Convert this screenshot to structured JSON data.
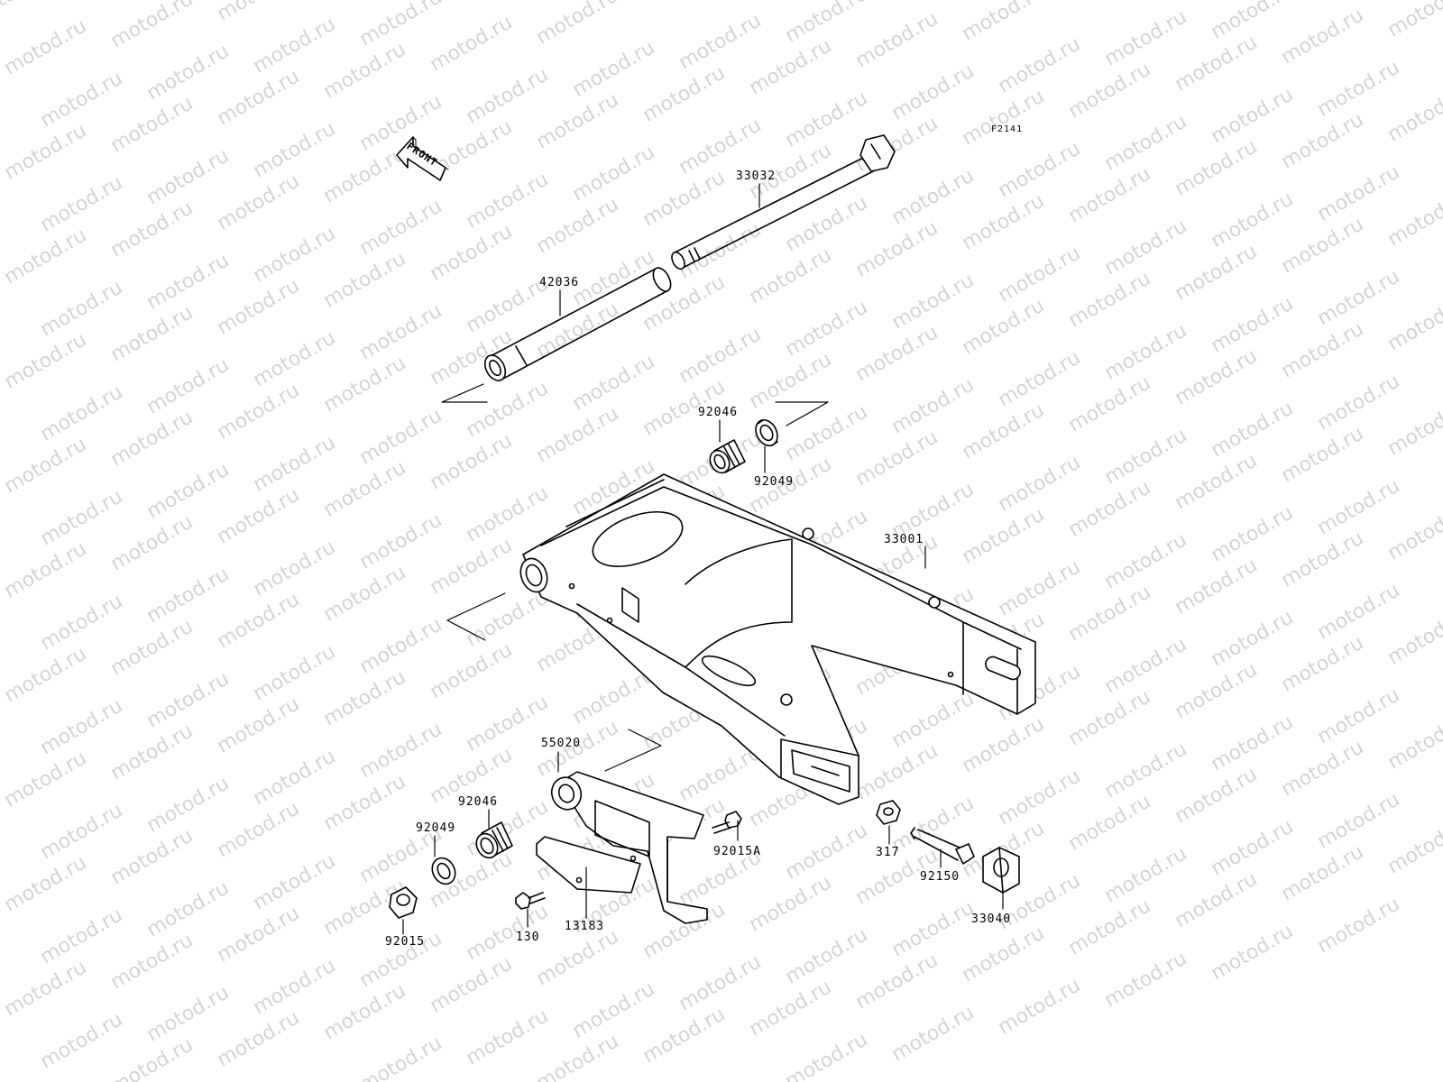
{
  "diagram": {
    "code": "F2141",
    "front_label": "FRONT",
    "watermark": "motod.ru",
    "parts": {
      "p33032": "33032",
      "p42036": "42036",
      "p92046_top": "92046",
      "p92049_top": "92049",
      "p33001": "33001",
      "p55020": "55020",
      "p92046_bottom": "92046",
      "p92049_bottom": "92049",
      "p92015A": "92015A",
      "p92015": "92015",
      "p130": "130",
      "p13183": "13183",
      "p317": "317",
      "p92150": "92150",
      "p33040": "33040"
    }
  }
}
